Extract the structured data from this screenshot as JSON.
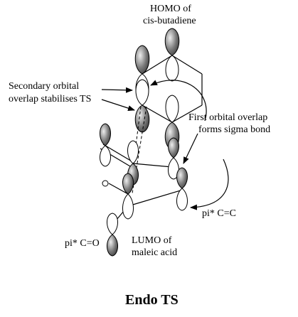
{
  "labels": {
    "homo_line1": "HOMO of",
    "homo_line2": "cis-butadiene",
    "secondary_line1": "Secondary orbital",
    "secondary_line2": "overlap stabilises TS",
    "first_line1": "First orbital overlap",
    "first_line2": "forms sigma bond",
    "pi_cc": "pi* C=C",
    "pi_co": "pi* C=O",
    "lumo_line1": "LUMO of",
    "lumo_line2": "maleic acid",
    "title": "Endo TS"
  },
  "colors": {
    "lobe_shaded": "#6a6a6a",
    "lobe_highlight": "#e6e6e6",
    "line": "#000000"
  }
}
